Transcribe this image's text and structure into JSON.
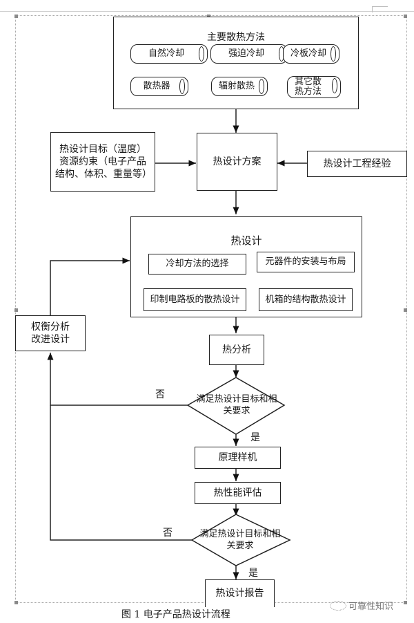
{
  "diagram": {
    "cooling_methods": {
      "title": "主要散热方法",
      "items": [
        "自然冷却",
        "强迫冷却",
        "冷板冷却",
        "散热器",
        "辐射散热",
        "其它散热方法"
      ]
    },
    "inputs": {
      "left": "热设计目标（温度）资源约束（电子产品结构、体积、重量等）",
      "right": "热设计工程经验"
    },
    "scheme": "热设计方案",
    "thermal_design": {
      "title": "热设计",
      "items": [
        "冷却方法的选择",
        "元器件的安装与布局",
        "印制电路板的散热设计",
        "机箱的结构散热设计"
      ]
    },
    "tradeoff": "权衡分析改进设计",
    "analysis": "热分析",
    "decision1": "满足热设计目标和相关要求",
    "prototype": "原理样机",
    "evaluation": "热性能评估",
    "decision2": "满足热设计目标和相关要求",
    "report": "热设计报告",
    "yes_label": "是",
    "no_label": "否"
  },
  "caption": "图 1  电子产品热设计流程",
  "watermark": "可靠性知识"
}
